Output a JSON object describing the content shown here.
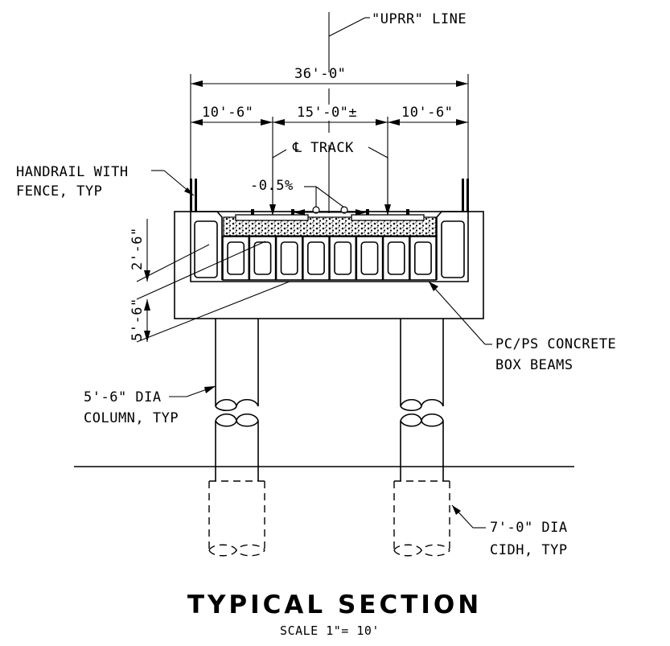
{
  "labels": {
    "uprr_line": "\"UPRR\" LINE",
    "overall_width": "36'-0\"",
    "left_width": "10'-6\"",
    "center_width": "15'-0\"±",
    "right_width": "10'-6\"",
    "track": "℄ TRACK",
    "handrail_1": "HANDRAIL WITH",
    "handrail_2": "FENCE, TYP",
    "slope": "-0.5%",
    "depth_upper": "2'-6\"",
    "depth_lower": "5'-6\"",
    "beams_1": "PC/PS CONCRETE",
    "beams_2": "BOX BEAMS",
    "column_1": "5'-6\" DIA",
    "column_2": "COLUMN, TYP",
    "cidh_1": "7'-0\" DIA",
    "cidh_2": "CIDH, TYP"
  },
  "title": "TYPICAL SECTION",
  "scale": "SCALE 1\"= 10'",
  "box_beam_count": 8
}
